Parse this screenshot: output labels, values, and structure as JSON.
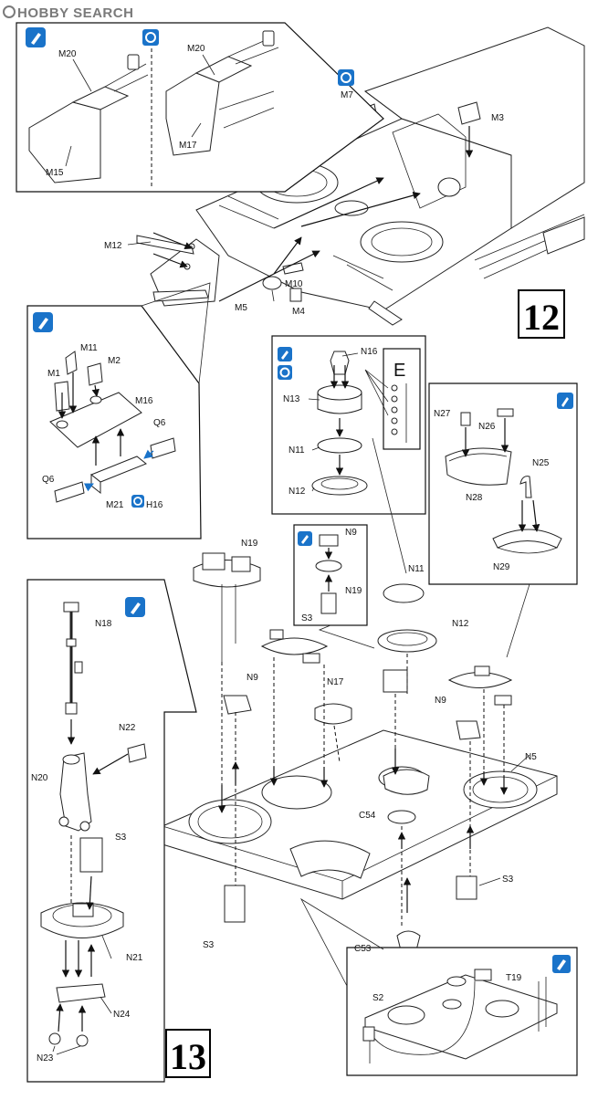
{
  "watermark": {
    "text": "HOBBY SEARCH"
  },
  "steps": [
    {
      "number": "12",
      "badge": "step-12-box"
    },
    {
      "number": "13",
      "badge": "step-13-box"
    }
  ],
  "icons": {
    "glue": "glue-bottle-icon",
    "optional": "optional-part-icon",
    "accent": "#1a73c9"
  },
  "sprue_e": {
    "label": "E"
  },
  "labels": {
    "M20a": "M20",
    "M15": "M15",
    "M20b": "M20",
    "M17": "M17",
    "M7": "M7",
    "M3": "M3",
    "M12": "M12",
    "M10": "M10",
    "M5": "M5",
    "M4": "M4",
    "M11": "M11",
    "M2": "M2",
    "M1": "M1",
    "M16": "M16",
    "Q6a": "Q6",
    "Q6b": "Q6",
    "M21": "M21",
    "H16": "H16",
    "N16": "N16",
    "N13": "N13",
    "N11a": "N11",
    "N12a": "N12",
    "N27": "N27",
    "N26": "N26",
    "N25": "N25",
    "N28": "N28",
    "N29": "N29",
    "N9a": "N9",
    "N19a": "N19",
    "S3a": "S3",
    "N19b": "N19",
    "N11b": "N11",
    "N12b": "N12",
    "N9b": "N9",
    "N17": "N17",
    "N9c": "N9",
    "N5": "N5",
    "C54": "C54",
    "S3b": "S3",
    "S3c": "S3",
    "C53": "C53",
    "N18": "N18",
    "N22": "N22",
    "N20": "N20",
    "S3d": "S3",
    "N21": "N21",
    "N24": "N24",
    "N23": "N23",
    "S2": "S2",
    "T19": "T19"
  }
}
